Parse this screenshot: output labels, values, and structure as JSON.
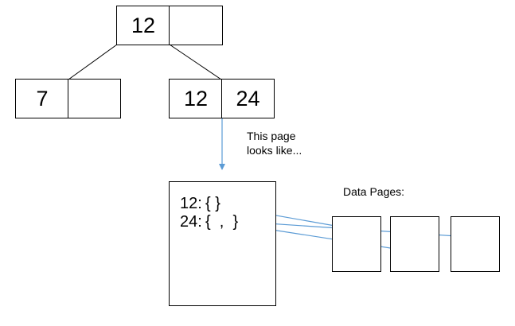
{
  "root": {
    "keys": [
      "12",
      ""
    ]
  },
  "left_child": {
    "keys": [
      "7",
      ""
    ]
  },
  "right_child": {
    "keys": [
      "12",
      "24"
    ]
  },
  "caption": {
    "line1": "This page",
    "line2": "looks like..."
  },
  "leaf_page": {
    "entries": [
      {
        "key": "12:",
        "value": "{ }"
      },
      {
        "key": "24:",
        "value": "{  ,  }"
      }
    ]
  },
  "data_pages_label": "Data Pages:",
  "colors": {
    "box_border": "#000000",
    "arrow": "#5b9bd5",
    "background": "#ffffff"
  }
}
